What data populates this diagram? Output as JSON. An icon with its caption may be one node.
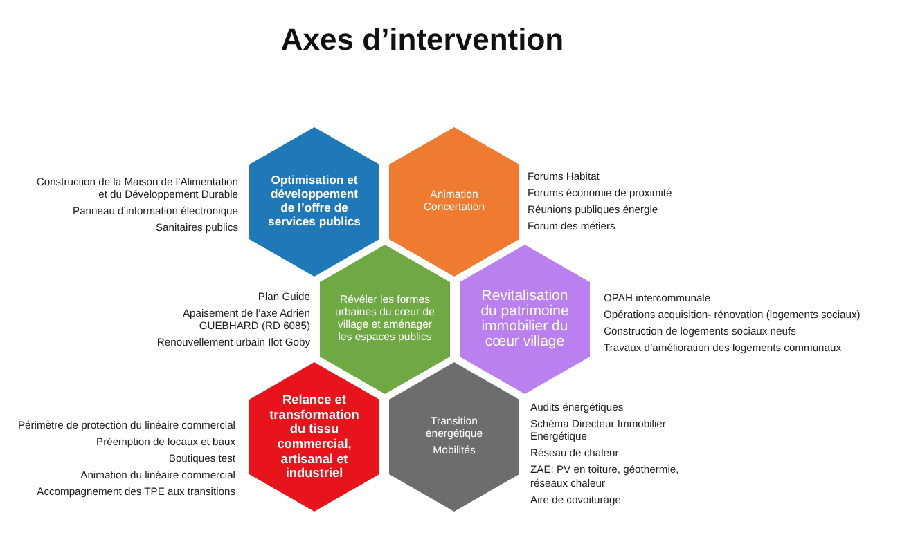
{
  "diagram": {
    "title": "Axes d’intervention",
    "nodes": [
      {
        "text": [
          "Optimisation et développement de l’offre de services publics"
        ],
        "beside": [
          "Construction de la Maison de l’Alimentation et du Développement Durable",
          "Panneau d’information électronique",
          "Sanitaires publics"
        ]
      },
      {
        "text": [
          "Animation Concertation"
        ],
        "beside": [
          "Forums Habitat",
          "Forums économie de proximité",
          "Réunions publiques énergie",
          "Forum des métiers"
        ]
      },
      {
        "text": [
          "Révéler les formes urbaines du cœur de village et aménager les espaces publics"
        ],
        "beside": [
          "Plan Guide",
          "Apaisement de l’axe Adrien GUEBHARD (RD 6085)",
          "Renouvellement urbain Ilot Goby"
        ]
      },
      {
        "text": [
          "Revitalisation du patrimoine immobilier du cœur village"
        ],
        "beside": [
          "OPAH intercommunale",
          "Opérations acquisition- rénovation (logements sociaux)",
          "Construction de logements sociaux neufs",
          "Travaux d’amélioration des logements communaux"
        ]
      },
      {
        "text": [
          "Relance et transformation du tissu commercial, artisanal et industriel"
        ],
        "beside": [
          "Périmètre de protection du linéaire commercial",
          "Préemption de locaux et baux",
          "Boutiques test",
          "Animation du linéaire commercial",
          "Accompagnement des TPE aux transitions"
        ]
      },
      {
        "text": [
          "Transition énergétique",
          "Mobilités"
        ],
        "beside": [
          "Audits énergétiques",
          "Schéma Directeur Immobilier Energétique",
          "Réseau de chaleur",
          "ZAE: PV en toiture, géothermie, réseaux chaleur",
          "Aire de covoiturage"
        ]
      }
    ]
  }
}
